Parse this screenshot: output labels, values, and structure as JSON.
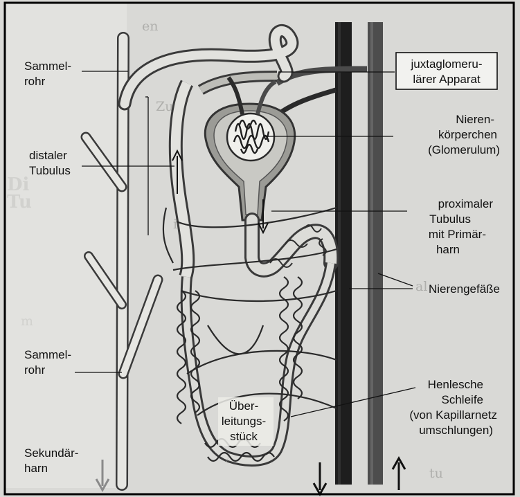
{
  "labels": {
    "sammelrohr_top_1": "Sammel-",
    "sammelrohr_top_2": "rohr",
    "distaler_1": "distaler",
    "distaler_2": "Tubulus",
    "sammelrohr_bottom_1": "Sammel-",
    "sammelrohr_bottom_2": "rohr",
    "sekundaer_1": "Sekundär-",
    "sekundaer_2": "harn",
    "juxta_1": "juxtaglomeru-",
    "juxta_2": "lärer Apparat",
    "nieren_1": "Nieren-",
    "nieren_2": "körperchen",
    "nieren_3": "(Glomerulum)",
    "proximal_1": "proximaler",
    "proximal_2": "Tubulus",
    "proximal_3": "mit Primär-",
    "proximal_4": "harn",
    "gefaesse": "Nierengefäße",
    "henle_1": "Henlesche",
    "henle_2": "Schleife",
    "henle_3": "(von Kapillarnetz",
    "henle_4": "umschlungen)",
    "ueber_1": "Über-",
    "ueber_2": "leitungs-",
    "ueber_3": "stück"
  },
  "colors": {
    "tubule_fill": "#e2e2de",
    "tubule_outline": "#3a3a3a",
    "vein": "#2b2b2b",
    "artery": "#5a5a5a",
    "capillary": "#3c3c3c",
    "arrow_gray": "#8a8a8a",
    "frame": "#000000"
  }
}
